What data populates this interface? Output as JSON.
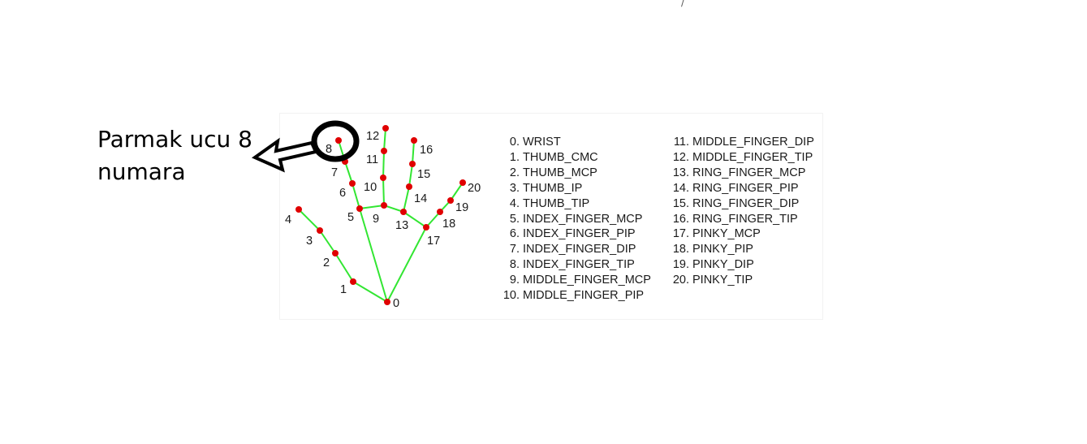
{
  "caption": {
    "line1": "Parmak ucu 8",
    "line2": "numara"
  },
  "colors": {
    "bone": "#32e632",
    "joint": "#e00000",
    "highlight_ring": "#000000",
    "arrow": "#000000",
    "text": "#1a1a1a"
  },
  "top_mark": "/",
  "landmarks": [
    {
      "id": "0",
      "name": "WRIST"
    },
    {
      "id": "1",
      "name": "THUMB_CMC"
    },
    {
      "id": "2",
      "name": "THUMB_MCP"
    },
    {
      "id": "3",
      "name": "THUMB_IP"
    },
    {
      "id": "4",
      "name": "THUMB_TIP"
    },
    {
      "id": "5",
      "name": "INDEX_FINGER_MCP"
    },
    {
      "id": "6",
      "name": "INDEX_FINGER_PIP"
    },
    {
      "id": "7",
      "name": "INDEX_FINGER_DIP"
    },
    {
      "id": "8",
      "name": "INDEX_FINGER_TIP"
    },
    {
      "id": "9",
      "name": "MIDDLE_FINGER_MCP"
    },
    {
      "id": "10",
      "name": "MIDDLE_FINGER_PIP"
    },
    {
      "id": "11",
      "name": "MIDDLE_FINGER_DIP"
    },
    {
      "id": "12",
      "name": "MIDDLE_FINGER_TIP"
    },
    {
      "id": "13",
      "name": "RING_FINGER_MCP"
    },
    {
      "id": "14",
      "name": "RING_FINGER_PIP"
    },
    {
      "id": "15",
      "name": "RING_FINGER_DIP"
    },
    {
      "id": "16",
      "name": "RING_FINGER_TIP"
    },
    {
      "id": "17",
      "name": "PINKY_MCP"
    },
    {
      "id": "18",
      "name": "PINKY_PIP"
    },
    {
      "id": "19",
      "name": "PINKY_DIP"
    },
    {
      "id": "20",
      "name": "PINKY_TIP"
    }
  ],
  "connections": [
    [
      "0",
      "1"
    ],
    [
      "1",
      "2"
    ],
    [
      "2",
      "3"
    ],
    [
      "3",
      "4"
    ],
    [
      "0",
      "5"
    ],
    [
      "5",
      "6"
    ],
    [
      "6",
      "7"
    ],
    [
      "7",
      "8"
    ],
    [
      "5",
      "9"
    ],
    [
      "9",
      "10"
    ],
    [
      "10",
      "11"
    ],
    [
      "11",
      "12"
    ],
    [
      "9",
      "13"
    ],
    [
      "13",
      "14"
    ],
    [
      "14",
      "15"
    ],
    [
      "15",
      "16"
    ],
    [
      "13",
      "17"
    ],
    [
      "17",
      "18"
    ],
    [
      "18",
      "19"
    ],
    [
      "19",
      "20"
    ],
    [
      "0",
      "17"
    ]
  ],
  "highlighted_landmark": "8"
}
